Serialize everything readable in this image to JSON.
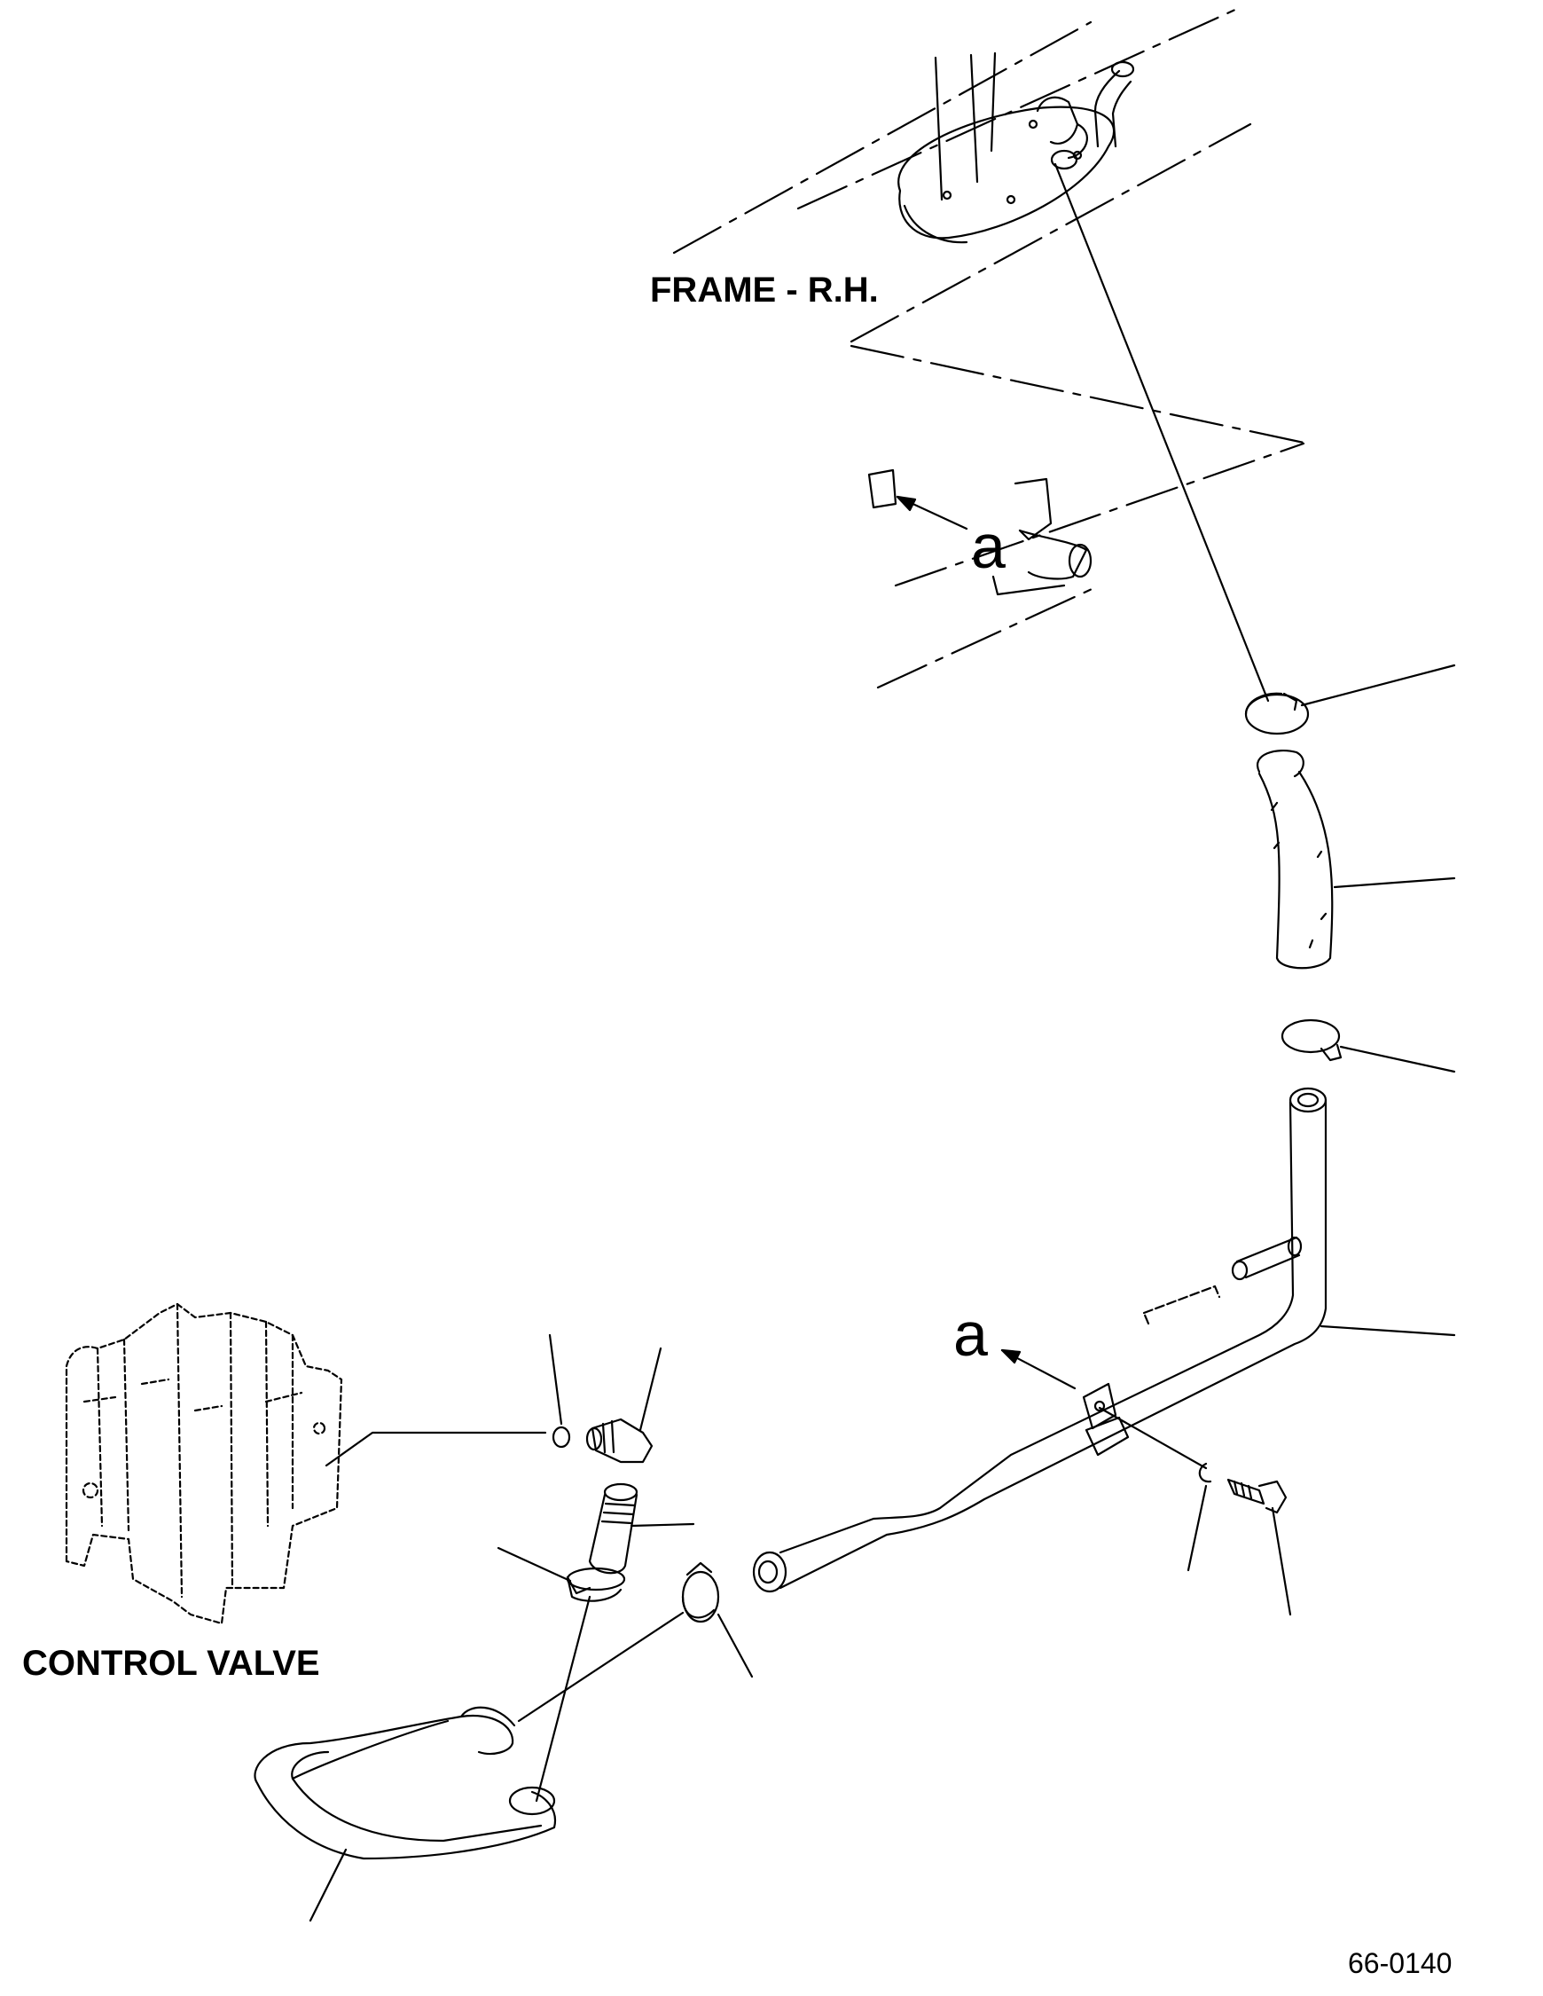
{
  "labels": {
    "frame": "FRAME - R.H.",
    "control_valve": "CONTROL VALVE",
    "figure_number": "66-0140",
    "callout_a": "a"
  },
  "colors": {
    "ink": "#000000",
    "background": "#ffffff"
  }
}
